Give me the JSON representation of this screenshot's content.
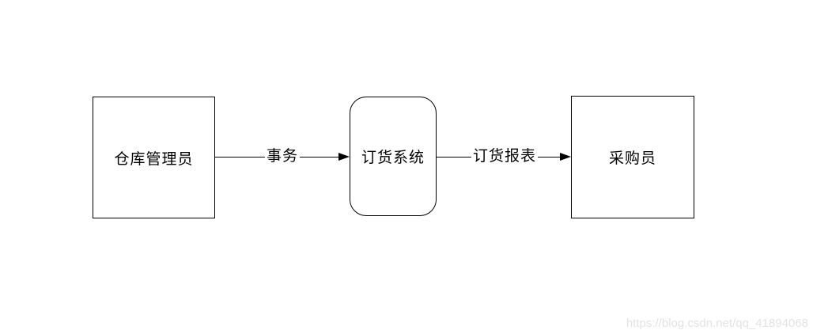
{
  "diagram": {
    "type": "data-flow-diagram",
    "nodes": [
      {
        "id": "warehouse-manager",
        "label": "仓库管理员",
        "shape": "rectangle",
        "role": "external-entity"
      },
      {
        "id": "ordering-system",
        "label": "订货系统",
        "shape": "rounded-rectangle",
        "role": "process"
      },
      {
        "id": "purchaser",
        "label": "采购员",
        "shape": "rectangle",
        "role": "external-entity"
      }
    ],
    "edges": [
      {
        "from": "warehouse-manager",
        "to": "ordering-system",
        "label": "事务",
        "direction": "right"
      },
      {
        "from": "ordering-system",
        "to": "purchaser",
        "label": "订货报表",
        "direction": "right"
      }
    ]
  },
  "watermark": {
    "text": "https://blog.csdn.net/qq_41894068"
  },
  "colors": {
    "background": "#ffffff",
    "line": "#000000",
    "text": "#000000",
    "watermark": "#e3e3e3"
  }
}
